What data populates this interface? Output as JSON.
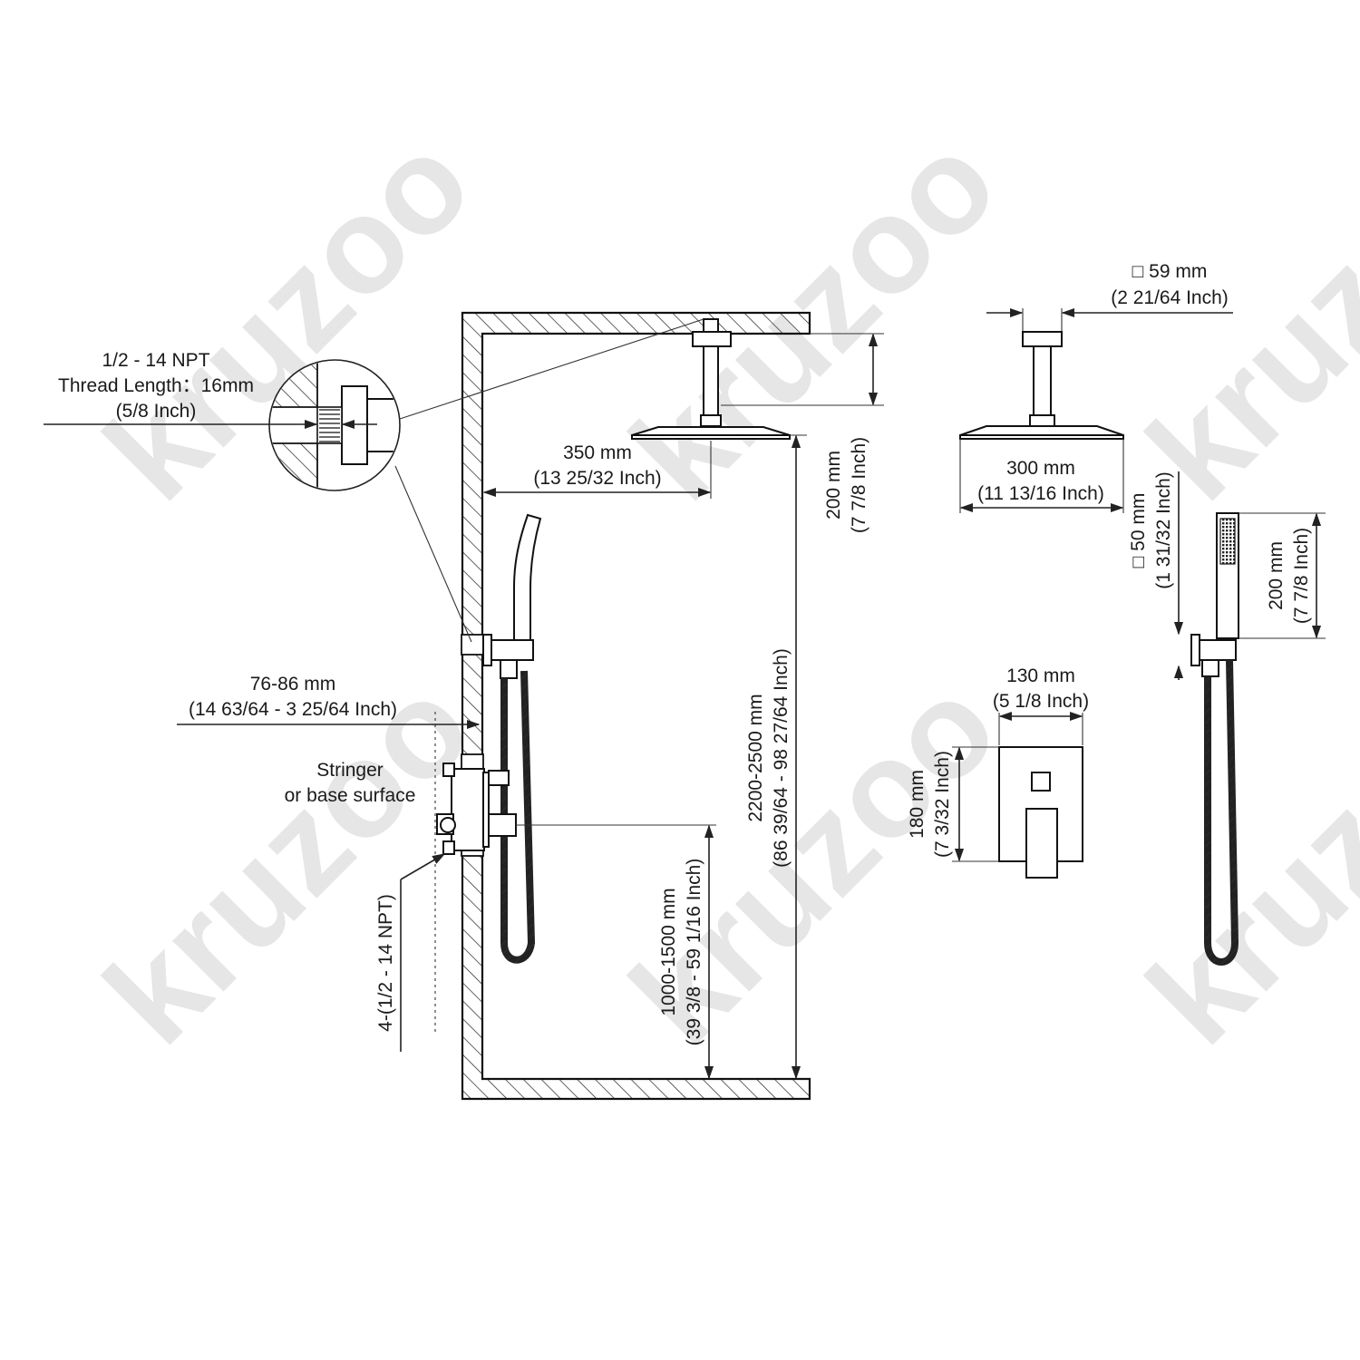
{
  "watermark": "kruzoo",
  "colors": {
    "line": "#222222",
    "watermark": "#e6e6e6",
    "background": "#ffffff"
  },
  "labels": {
    "npt_size": "1/2 - 14 NPT",
    "thread_length": "Thread Length：16mm",
    "thread_length_inch": "(5/8 Inch)",
    "arm_reach": "350 mm",
    "arm_reach_inch": "(13 25/32 Inch)",
    "arm_drop": "200 mm",
    "arm_drop_inch": "(7 7/8 Inch)",
    "head_height": "2200-2500 mm",
    "head_height_inch": "(86 39/64 - 98 27/64 Inch)",
    "valve_height": "1000-1500 mm",
    "valve_height_inch": "(39 3/8 - 59 1/16 Inch)",
    "valve_depth": "76-86 mm",
    "valve_depth_inch": "(14 63/64 - 3 25/64 Inch)",
    "stringer_line1": "Stringer",
    "stringer_line2": "or base surface",
    "ports": "4-(1/2 - 14 NPT)",
    "flange": "□ 59 mm",
    "flange_inch": "(2 21/64 Inch)",
    "head_width": "300 mm",
    "head_width_inch": "(11 13/16 Inch)",
    "plate_width": "130 mm",
    "plate_width_inch": "(5 1/8 Inch)",
    "plate_height": "180 mm",
    "plate_height_inch": "(7 3/32 Inch)",
    "holder": "□ 50 mm",
    "holder_inch": "(1 31/32 Inch)",
    "handheld_length": "200 mm",
    "handheld_length_inch": "(7 7/8 Inch)"
  }
}
